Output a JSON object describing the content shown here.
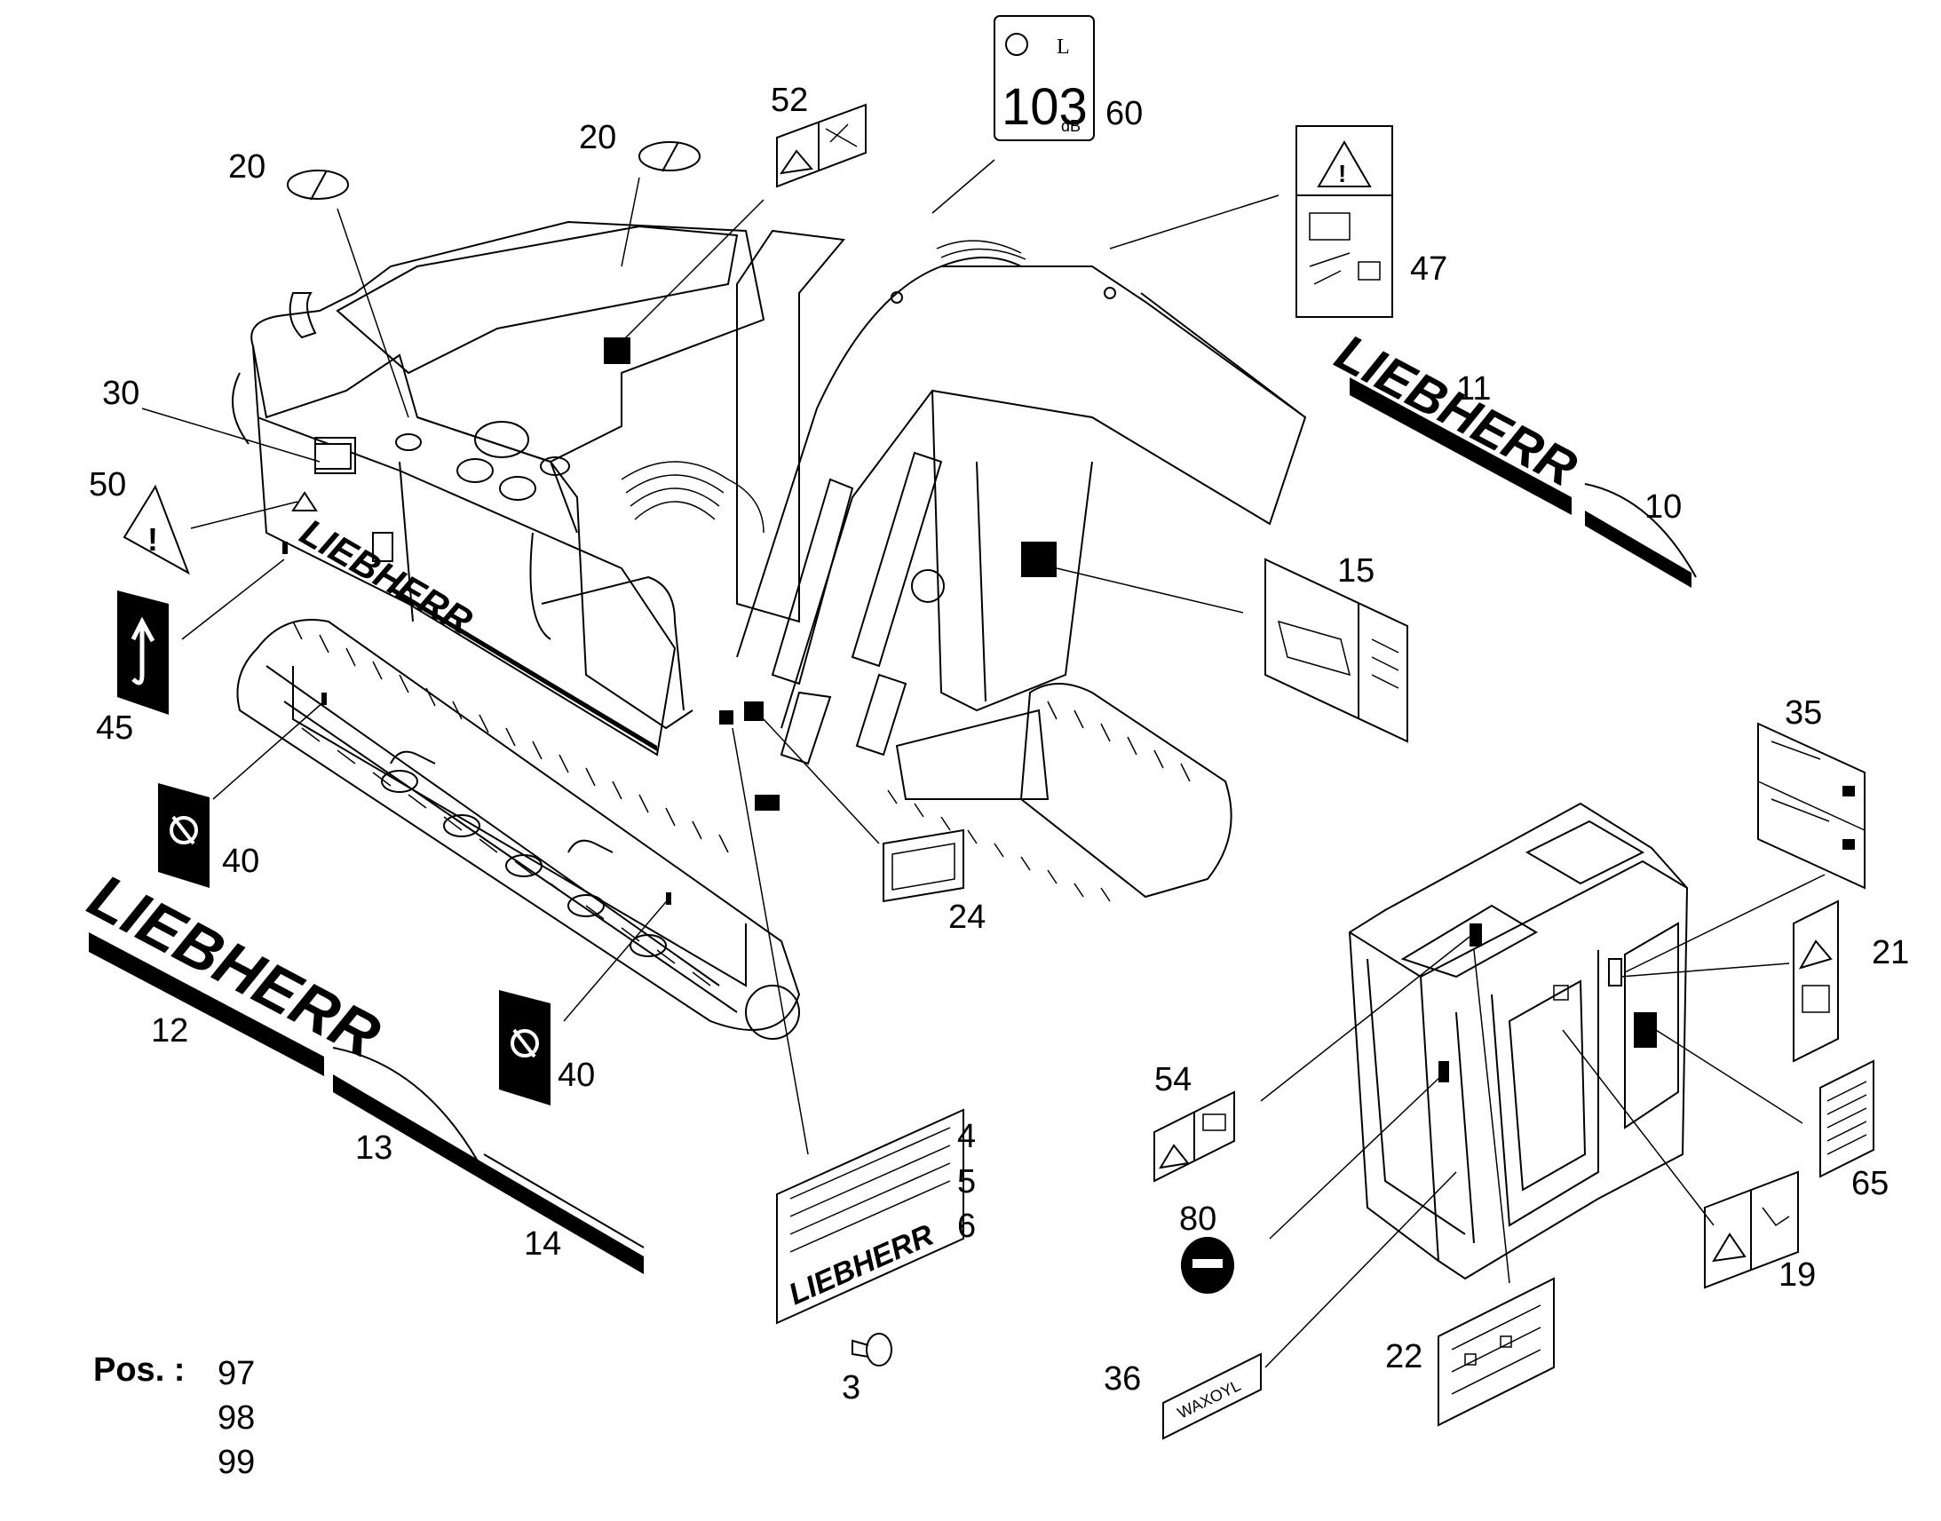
{
  "diagram": {
    "callouts": {
      "p3": "3",
      "p4": "4",
      "p5": "5",
      "p6": "6",
      "p10": "10",
      "p11": "11",
      "p12": "12",
      "p13": "13",
      "p14": "14",
      "p15": "15",
      "p19": "19",
      "p20a": "20",
      "p20b": "20",
      "p21": "21",
      "p22": "22",
      "p24": "24",
      "p30": "30",
      "p35": "35",
      "p36": "36",
      "p40a": "40",
      "p40b": "40",
      "p45": "45",
      "p47": "47",
      "p50": "50",
      "p52": "52",
      "p54": "54",
      "p60": "60",
      "p65": "65",
      "p80": "80"
    },
    "decal_texts": {
      "noise_value": "103",
      "noise_unit": "dB",
      "noise_symbol": "L",
      "brand_logo": "LIEBHERR",
      "waxoyl": "WAXOYL"
    }
  },
  "pos_block": {
    "label": "Pos. :",
    "values": [
      "97",
      "98",
      "99"
    ]
  }
}
